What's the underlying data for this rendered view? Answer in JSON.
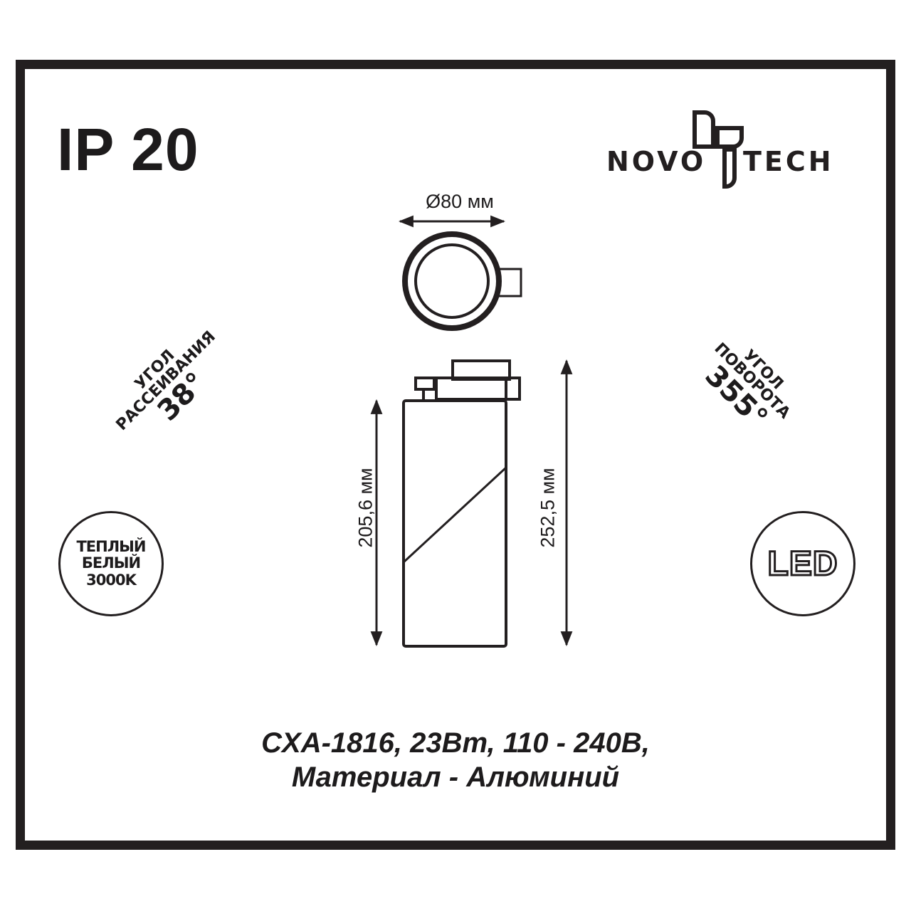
{
  "header": {
    "ip_rating": "IP 20",
    "brand": {
      "name": "NOVOTECH",
      "left_text": "NOVO",
      "right_text": "TECH"
    }
  },
  "dimensions": {
    "diameter": "Ø80 мм",
    "body_height": "205,6 мм",
    "total_height": "252,5 мм"
  },
  "beam_angle": {
    "line1": "УГОЛ",
    "line2": "РАССЕИВАНИЯ",
    "value": "38°"
  },
  "rotation_angle": {
    "line1": "УГОЛ",
    "line2": "ПОВОРОТА",
    "value": "355°"
  },
  "color_temp_badge": {
    "line1": "ТЕПЛЫЙ",
    "line2": "БЕЛЫЙ",
    "line3": "3000K"
  },
  "led_badge": {
    "label": "LED"
  },
  "specs": {
    "line1": "CXA-1816, 23Вт, 110 - 240В,",
    "line2": "Материал - Алюминий"
  },
  "colors": {
    "ink": "#231f20",
    "background": "#ffffff"
  }
}
